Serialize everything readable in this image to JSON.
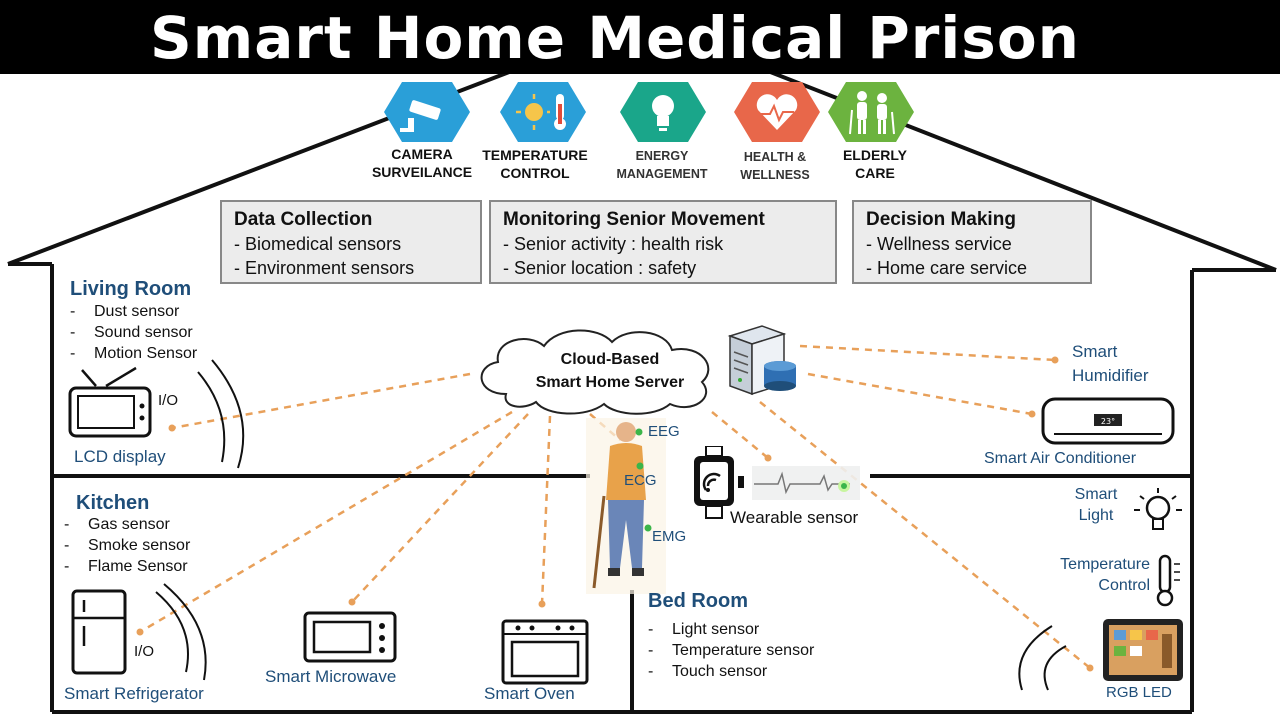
{
  "title": "Smart Home Medical Prison",
  "categories": [
    {
      "line1": "CAMERA",
      "line2": "SURVEILANCE",
      "icon": "camera-icon",
      "color": "#2a9fd8"
    },
    {
      "line1": "TEMPERATURE",
      "line2": "CONTROL",
      "icon": "thermometer-sun-icon",
      "color": "#2a9fd8"
    },
    {
      "line1": "ENERGY",
      "line2": "MANAGEMENT",
      "icon": "lightbulb-icon",
      "color": "#1aa68a"
    },
    {
      "line1": "HEALTH &",
      "line2": "WELLNESS",
      "icon": "heart-pulse-icon",
      "color": "#e8674a"
    },
    {
      "line1": "ELDERLY",
      "line2": "CARE",
      "icon": "elderly-couple-icon",
      "color": "#6cb33f"
    }
  ],
  "boxes": [
    {
      "title": "Data Collection",
      "items": [
        "- Biomedical sensors",
        "- Environment sensors"
      ]
    },
    {
      "title": "Monitoring Senior Movement",
      "items": [
        "- Senior activity : health risk",
        "- Senior location : safety"
      ]
    },
    {
      "title": "Decision Making",
      "items": [
        "- Wellness service",
        "- Home care service"
      ]
    }
  ],
  "cloud": {
    "line1": "Cloud-Based",
    "line2": "Smart Home Server"
  },
  "living_room": {
    "title": "Living Room",
    "sensors": [
      "Dust sensor",
      "Sound sensor",
      "Motion Sensor"
    ],
    "io": "I/O",
    "device": "LCD display"
  },
  "kitchen": {
    "title": "Kitchen",
    "sensors": [
      "Gas sensor",
      "Smoke sensor",
      "Flame Sensor"
    ],
    "io": "I/O",
    "devices": [
      "Smart Refrigerator",
      "Smart Microwave",
      "Smart Oven"
    ]
  },
  "bed_room": {
    "title": "Bed Room",
    "sensors": [
      "Light sensor",
      "Temperature sensor",
      "Touch sensor"
    ]
  },
  "right_devices": {
    "humidifier_1": "Smart",
    "humidifier_2": "Humidifier",
    "ac": "Smart Air Conditioner",
    "ac_display": "23°",
    "light_1": "Smart",
    "light_2": "Light",
    "temp_1": "Temperature",
    "temp_2": "Control",
    "rgb": "RGB LED"
  },
  "person": {
    "eeg": "EEG",
    "ecg": "ECG",
    "emg": "EMG",
    "wearable": "Wearable sensor"
  },
  "colors": {
    "accent": "#1f4e79",
    "dash": "#e8a05a",
    "title_bg": "#000000",
    "box_bg": "#ececec"
  }
}
